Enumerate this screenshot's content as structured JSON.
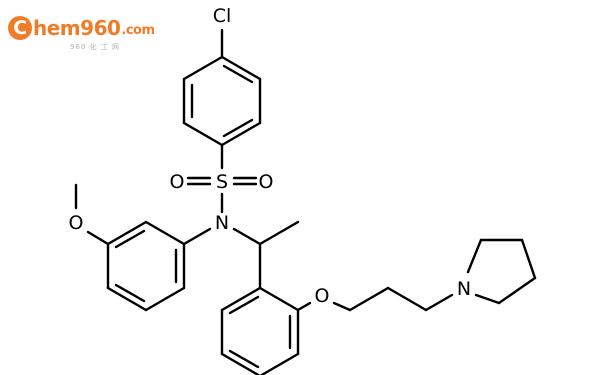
{
  "watermark": {
    "logo_letter": "C",
    "logo_text": "hem",
    "logo_number": "960",
    "logo_suffix": ".com",
    "logo_subtitle": "960 化 工 网",
    "brand_color": "#f07c28",
    "subtitle_color": "#b0b0b0"
  },
  "structure": {
    "atoms": {
      "chlorine": "Cl",
      "sulfur": "S",
      "sulfonyl_oxygen_left": "O",
      "sulfonyl_oxygen_right": "O",
      "nitrogen_sulfonamide": "N",
      "methoxy_oxygen": "O",
      "ether_oxygen": "O",
      "nitrogen_pyrrolidine": "N"
    },
    "bond_color": "#000000"
  }
}
